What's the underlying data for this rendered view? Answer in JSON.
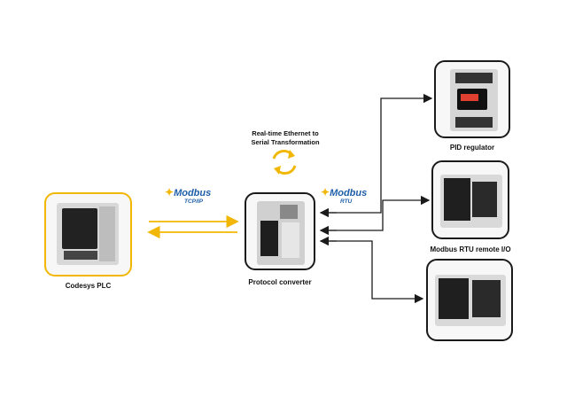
{
  "nodes": {
    "plc": {
      "label": "Codesys PLC"
    },
    "converter": {
      "label": "Protocol converter"
    },
    "pid": {
      "label": "PID regulator"
    },
    "rtu_io": {
      "label": "Modbus RTU remote I/O"
    }
  },
  "protocols": {
    "tcp": {
      "name": "Modbus",
      "sub": "TCP/IP"
    },
    "rtu": {
      "name": "Modbus",
      "sub": "RTU"
    }
  },
  "transform_note": [
    "Real-time Ethernet to",
    "Serial Transformation"
  ],
  "colors": {
    "accent": "#f2b705",
    "modbus_blue": "#1f5fa8",
    "border": "#1a1a1a"
  },
  "icons": {
    "cycle": "refresh-cycle-icon",
    "protocol_logo": "modbus-star-icon"
  }
}
